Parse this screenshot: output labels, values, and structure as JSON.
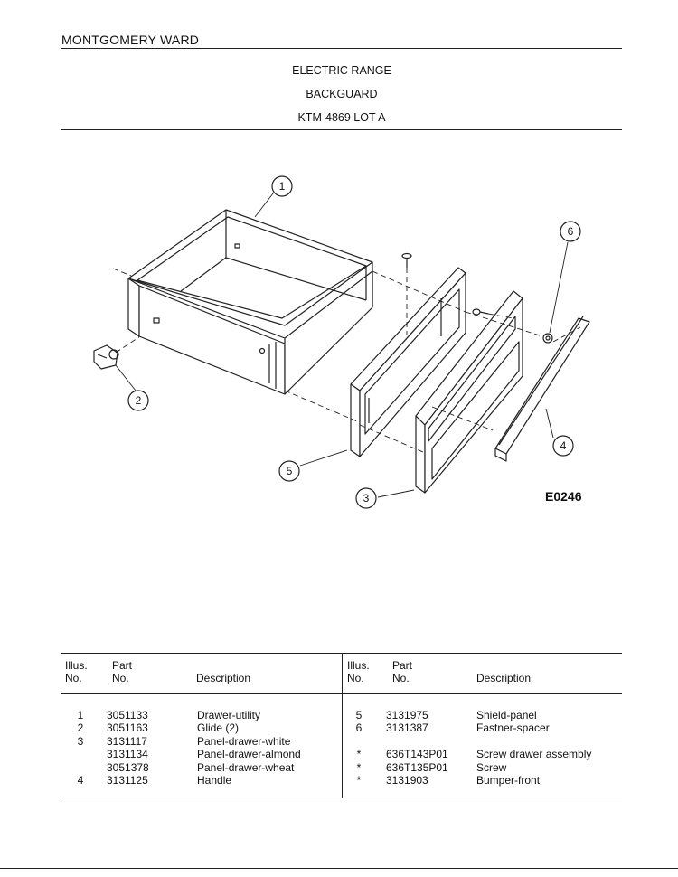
{
  "header": {
    "brand": "MONTGOMERY WARD",
    "title1": "ELECTRIC RANGE",
    "title2": "BACKGUARD",
    "title3": "KTM-4869 LOT A"
  },
  "diagram": {
    "callouts": [
      "1",
      "2",
      "3",
      "4",
      "5",
      "6"
    ],
    "figure_code": "E0246"
  },
  "table": {
    "headers": {
      "illus": [
        "Illus.",
        "No."
      ],
      "part": [
        "Part",
        "No."
      ],
      "description": "Description"
    },
    "left_rows": [
      {
        "illus": "1",
        "part": "3051133",
        "desc": "Drawer-utility"
      },
      {
        "illus": "2",
        "part": "3051163",
        "desc": "Glide (2)"
      },
      {
        "illus": "3",
        "part": "3131117",
        "desc": "Panel-drawer-white"
      },
      {
        "illus": "",
        "part": "3131134",
        "desc": "Panel-drawer-almond"
      },
      {
        "illus": "",
        "part": "3051378",
        "desc": "Panel-drawer-wheat"
      },
      {
        "illus": "4",
        "part": "3131125",
        "desc": "Handle"
      }
    ],
    "right_rows": [
      {
        "illus": "5",
        "part": "3131975",
        "desc": "Shield-panel"
      },
      {
        "illus": "6",
        "part": "3131387",
        "desc": "Fastner-spacer"
      },
      {
        "illus": "",
        "part": "",
        "desc": ""
      },
      {
        "illus": "*",
        "part": "636T143P01",
        "desc": "Screw drawer assembly"
      },
      {
        "illus": "*",
        "part": "636T135P01",
        "desc": "Screw"
      },
      {
        "illus": "*",
        "part": "3131903",
        "desc": "Bumper-front"
      }
    ]
  }
}
